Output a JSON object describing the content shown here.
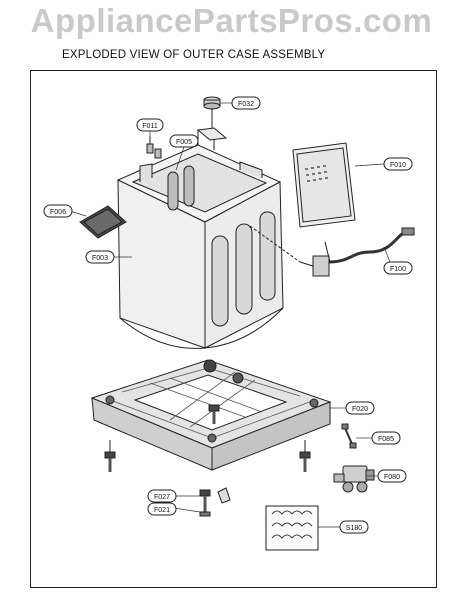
{
  "watermark": "AppliancePartsPros.com",
  "heading": "EXPLODED VIEW OF OUTER CASE ASSEMBLY",
  "callouts": {
    "f032": "F032",
    "f011": "F011",
    "f005": "F005",
    "f006": "F006",
    "f003": "F003",
    "f010": "F010",
    "f100": "F100",
    "f020": "F020",
    "f085": "F085",
    "f080": "F080",
    "f027": "F027",
    "f021": "F021",
    "s180": "S180"
  }
}
